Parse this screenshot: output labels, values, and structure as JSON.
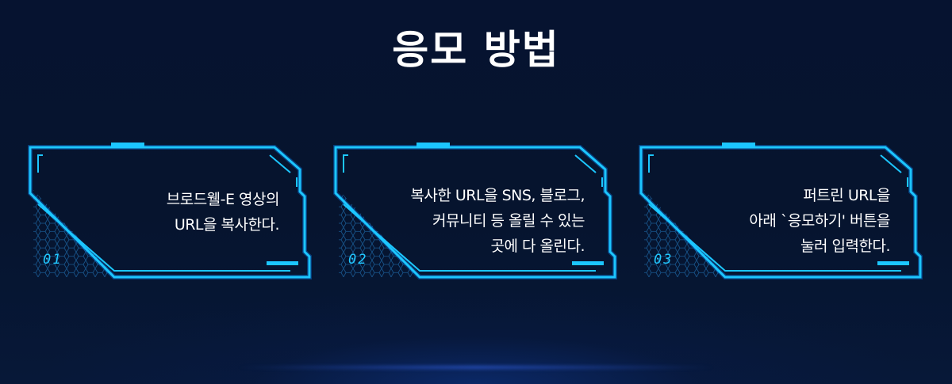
{
  "title": "응모 방법",
  "steps": [
    {
      "number": "01",
      "text": "브로드웰-E 영상의\nURL을 복사한다."
    },
    {
      "number": "02",
      "text": "복사한 URL을 SNS, 블로그,\n커뮤니티 등 올릴 수 있는\n곳에 다 올린다."
    },
    {
      "number": "03",
      "text": "퍼트린 URL을\n아래 `응모하기' 버튼을\n눌러 입력한다."
    }
  ],
  "colors": {
    "background": "#06122a",
    "frame": "#1cc6ff",
    "frame_glow": "#0a84ff",
    "number": "#21c8ff",
    "text": "#ffffff"
  }
}
